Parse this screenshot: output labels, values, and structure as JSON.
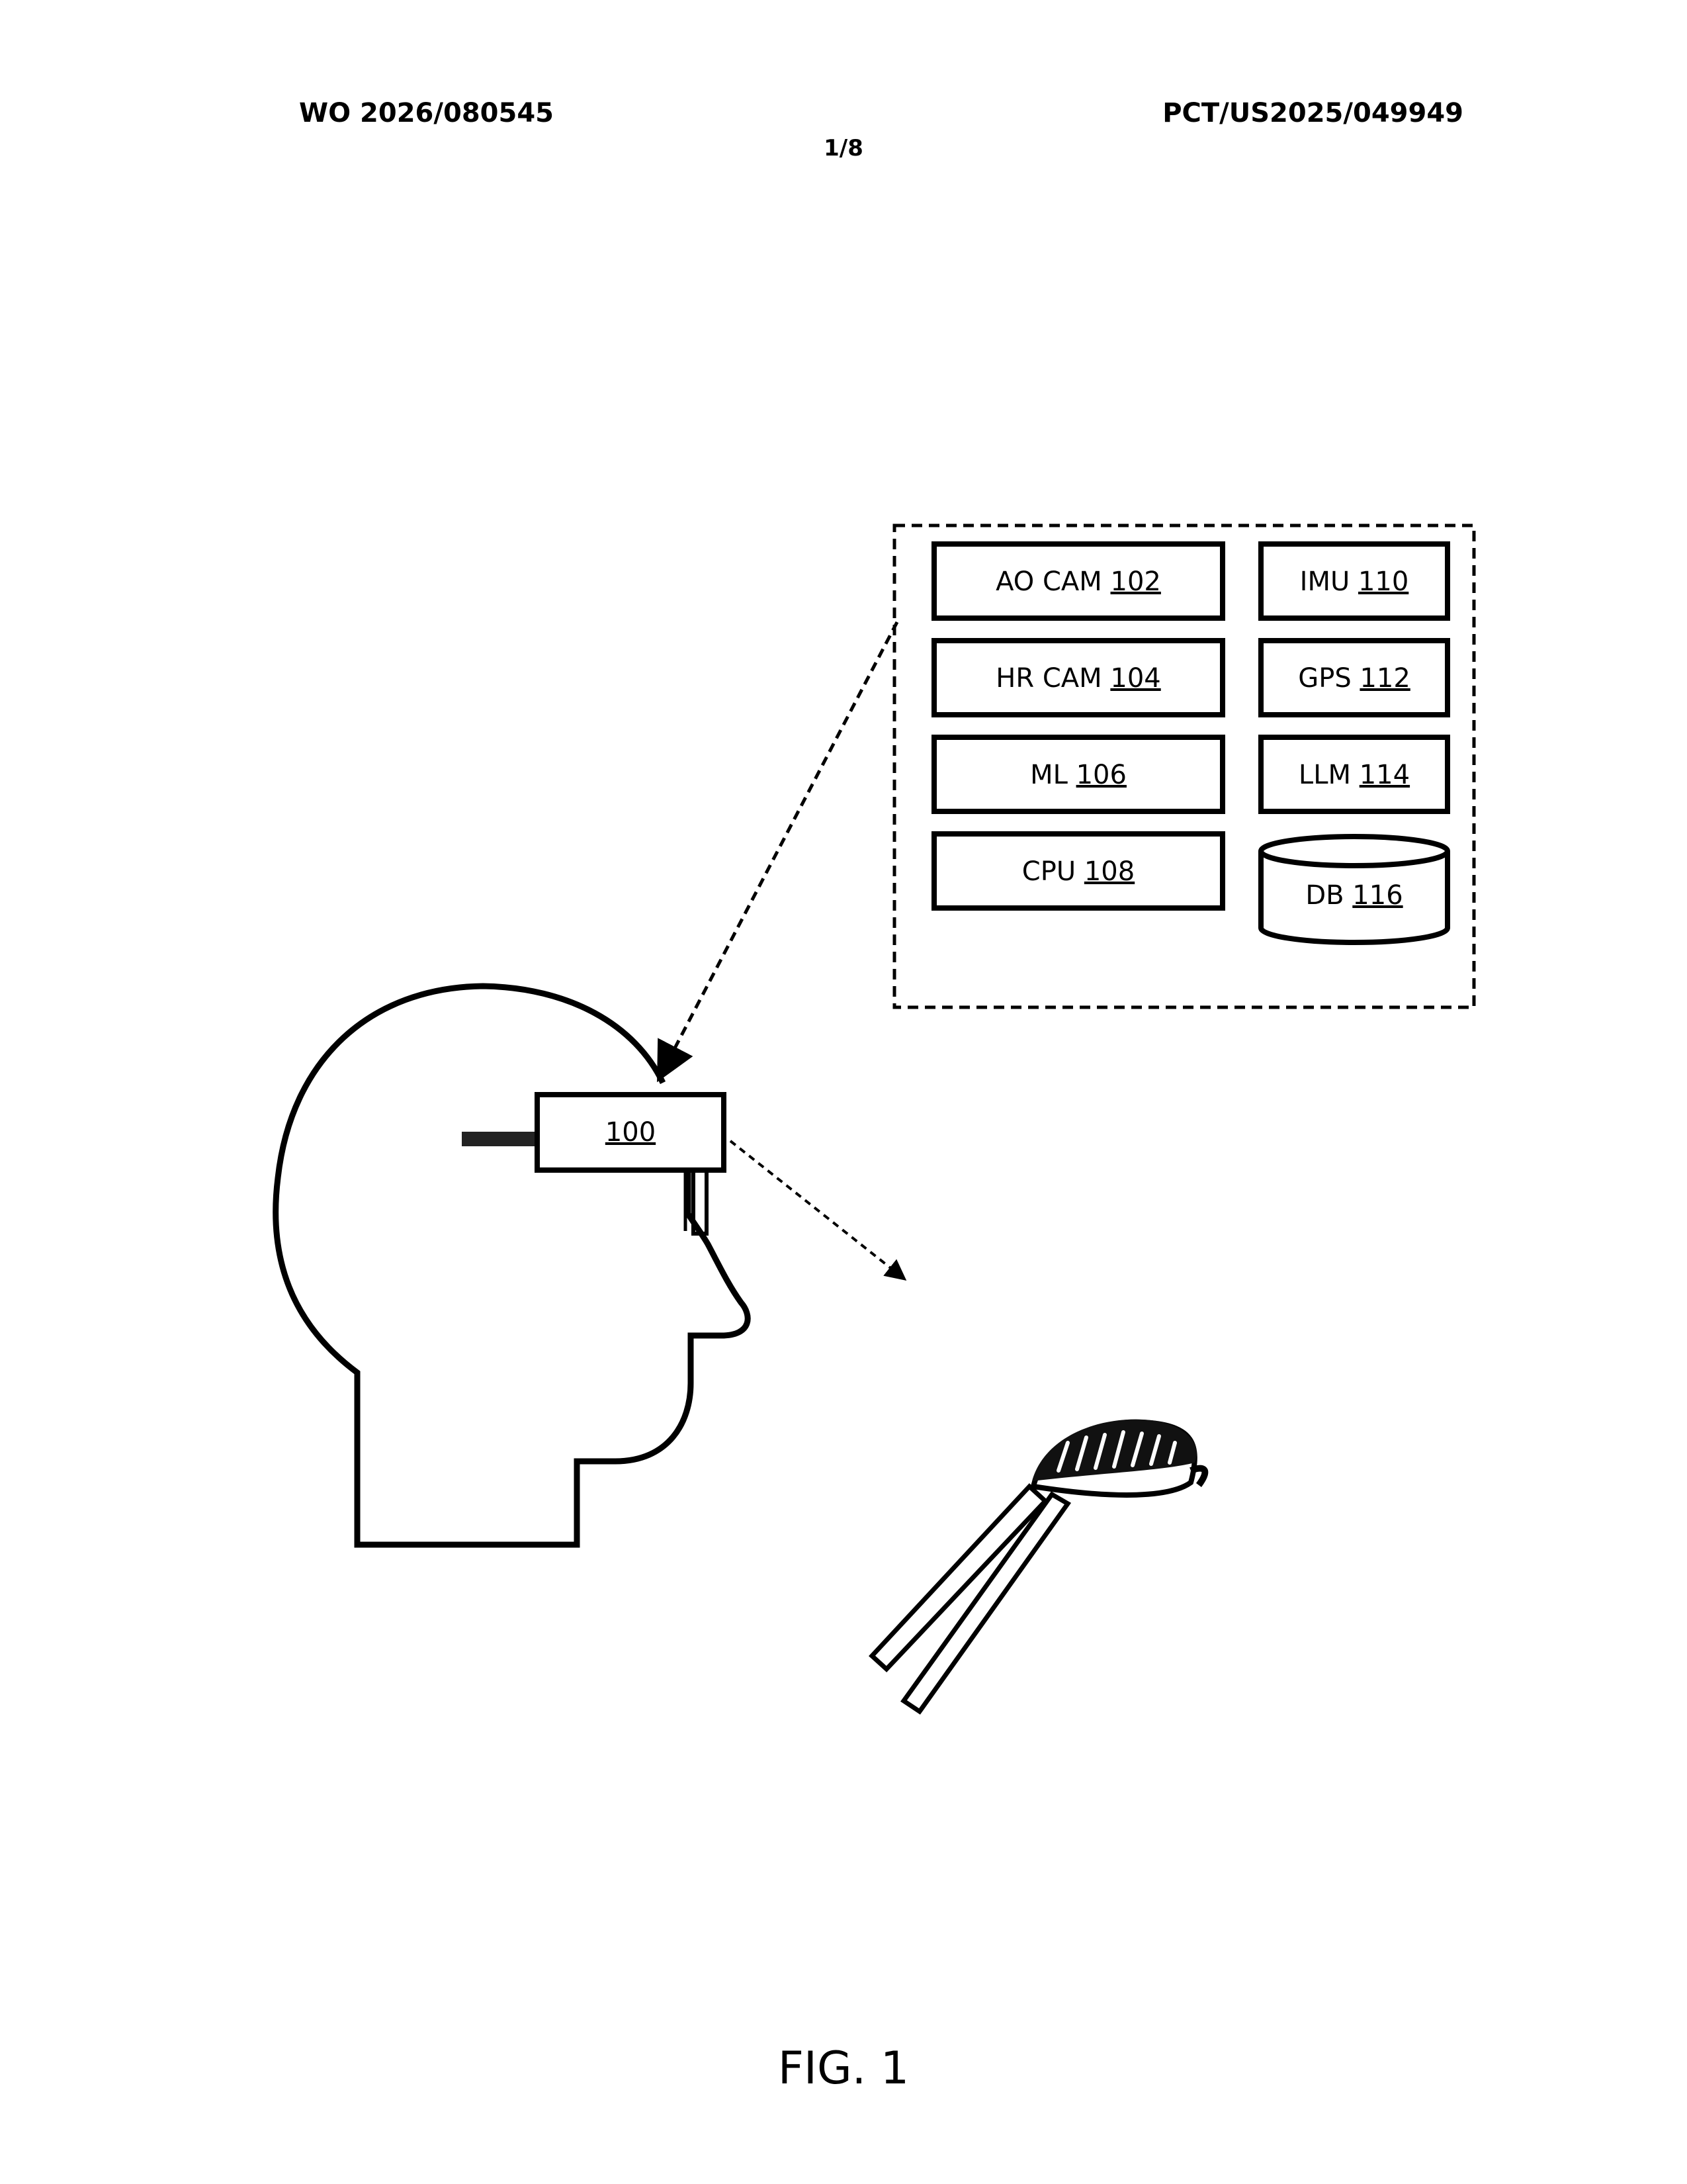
{
  "header": {
    "publication_number": "WO 2026/080545",
    "application_number": "PCT/US2025/049949",
    "sheet": "1/8"
  },
  "figure": {
    "caption": "FIG. 1",
    "device": {
      "ref": "100"
    },
    "components": [
      {
        "label": "AO CAM",
        "ref": "102"
      },
      {
        "label": "HR CAM",
        "ref": "104"
      },
      {
        "label": "ML",
        "ref": "106"
      },
      {
        "label": "CPU",
        "ref": "108"
      },
      {
        "label": "IMU",
        "ref": "110"
      },
      {
        "label": "GPS",
        "ref": "112"
      },
      {
        "label": "LLM",
        "ref": "114"
      },
      {
        "label": "DB",
        "ref": "116"
      }
    ]
  }
}
